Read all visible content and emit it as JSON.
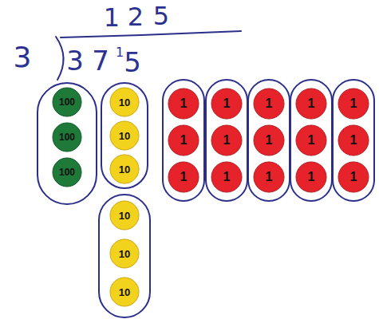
{
  "diagram": {
    "nodes": [
      {
        "text": [
          "100"
        ]
      },
      {
        "text": [
          "100"
        ]
      },
      {
        "text": [
          "100"
        ]
      },
      {
        "text": [
          "10"
        ]
      },
      {
        "text": [
          "10"
        ]
      },
      {
        "text": [
          "10"
        ]
      },
      {
        "text": [
          "10"
        ]
      },
      {
        "text": [
          "10"
        ]
      },
      {
        "text": [
          "10"
        ]
      },
      {
        "text": [
          "1"
        ]
      },
      {
        "text": [
          "1"
        ]
      },
      {
        "text": [
          "1"
        ]
      },
      {
        "text": [
          "1"
        ]
      },
      {
        "text": [
          "1"
        ]
      },
      {
        "text": [
          "1"
        ]
      },
      {
        "text": [
          "1"
        ]
      },
      {
        "text": [
          "1"
        ]
      },
      {
        "text": [
          "1"
        ]
      },
      {
        "text": [
          "1"
        ]
      },
      {
        "text": [
          "1"
        ]
      },
      {
        "text": [
          "1"
        ]
      },
      {
        "text": [
          "1"
        ]
      },
      {
        "text": [
          "1"
        ]
      },
      {
        "text": [
          "1"
        ]
      }
    ],
    "labels": [
      "1",
      "2",
      "5",
      "3",
      "3",
      "7",
      "1",
      "5"
    ]
  }
}
